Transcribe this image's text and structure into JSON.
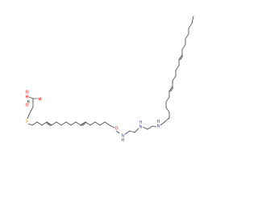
{
  "colors": {
    "background": "#ffffff",
    "bond": "#000000",
    "oxygen": "#ff0000",
    "nitrogen": "#3050f8",
    "sulfur": "#b8a000"
  },
  "atoms": {
    "hydroxyl_oxygen": "O",
    "hydroxyl_hydrogen": "H",
    "carboxyl_oxygen": "O",
    "hydroxy_label_right": "H",
    "sulfur": "S",
    "amide_oxygen": "O",
    "amide_nitrogen": "N",
    "amide_hydrogen": "H",
    "amine_nitrogen_1": "N",
    "amine_hydrogen_1": "H",
    "amine_nitrogen_2": "N",
    "amine_hydrogen_2": "H"
  }
}
